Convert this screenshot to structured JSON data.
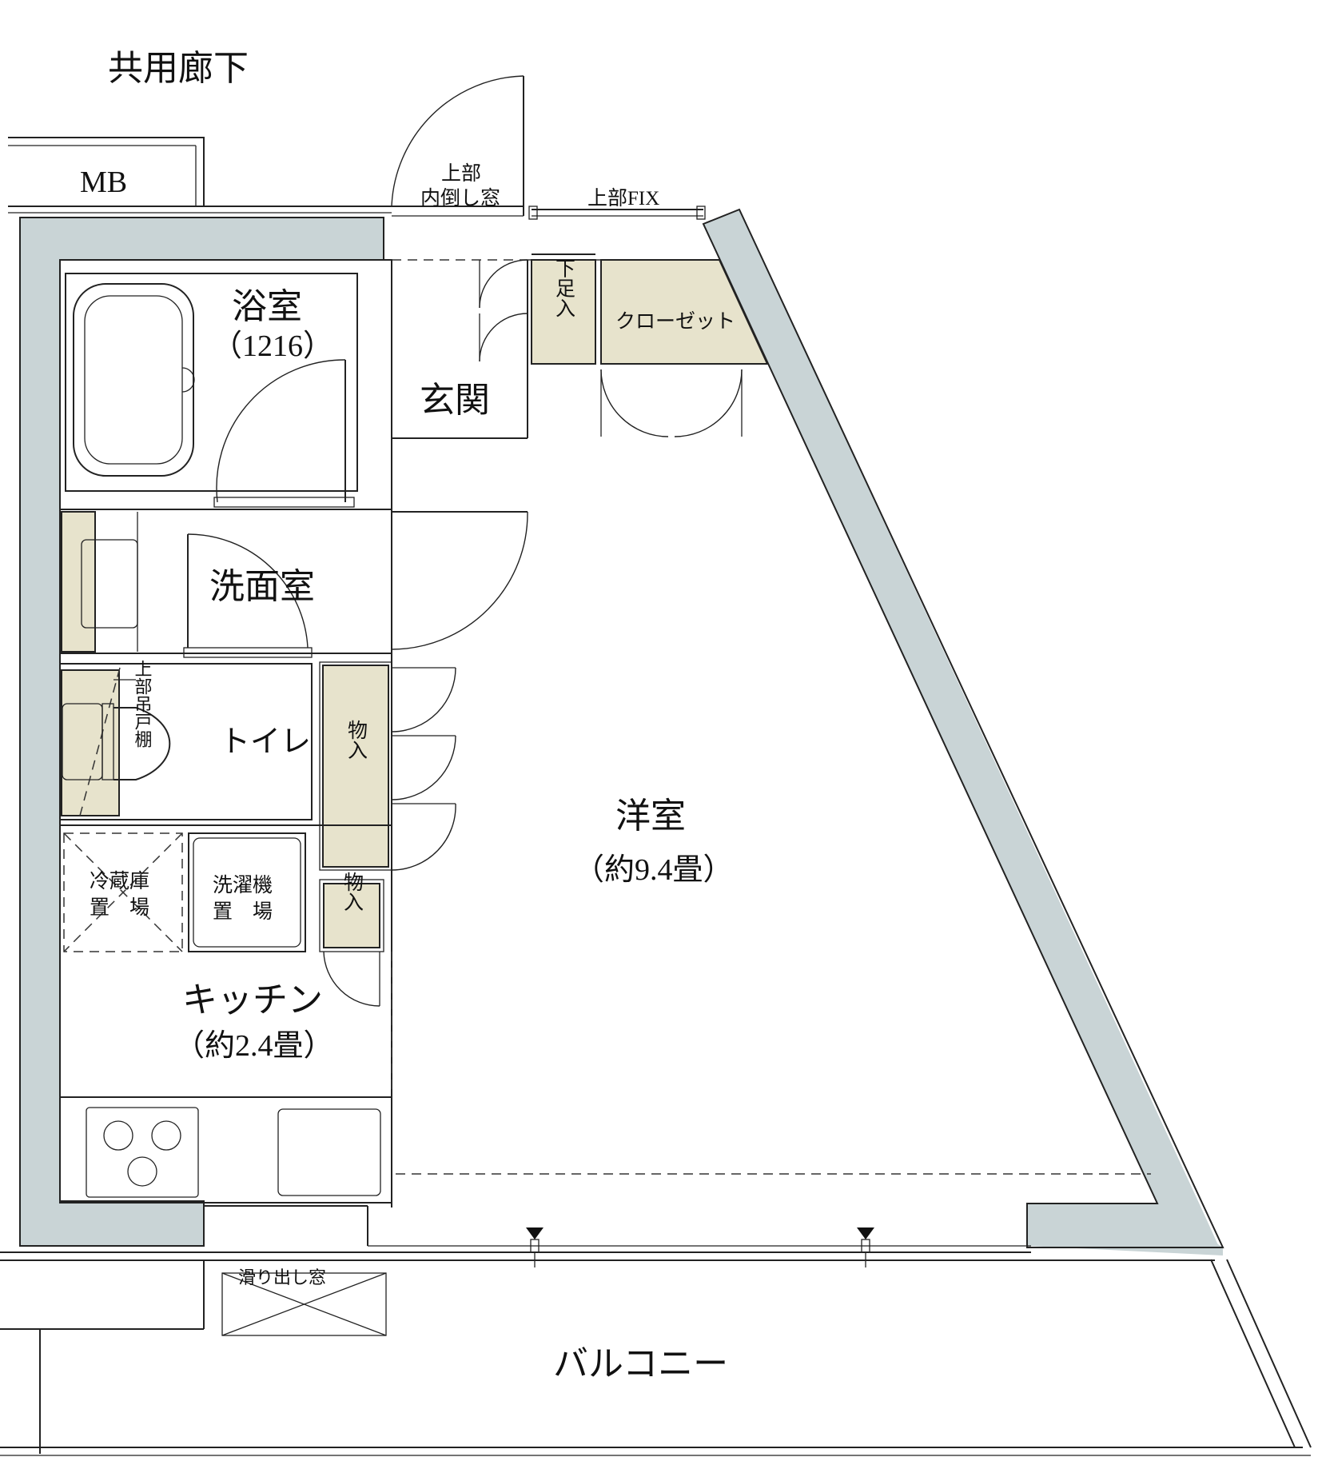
{
  "rooms": {
    "corridor": "共用廊下",
    "mb": "MB",
    "bath": "浴室",
    "bath_size": "（1216）",
    "entrance": "玄関",
    "shoe": "下足入",
    "closet": "クローゼット",
    "wash": "洗面室",
    "toilet": "トイレ",
    "upper_cabinet": "上部吊戸棚",
    "storage1": "物入",
    "storage2": "物入",
    "fridge_line1": "冷蔵庫",
    "fridge_line2": "置　場",
    "washer_line1": "洗濯機",
    "washer_line2": "置　場",
    "kitchen": "キッチン",
    "kitchen_size": "（約2.4畳）",
    "western": "洋室",
    "western_size": "（約9.4畳）",
    "window_top_left_1": "上部",
    "window_top_left_2": "内倒し窓",
    "window_top_right": "上部FIX",
    "slide_window": "滑り出し窓",
    "balcony": "バルコニー"
  },
  "colors": {
    "wall": "#c9d4d6",
    "storage": "#e7e3cc",
    "ink": "#222222"
  }
}
